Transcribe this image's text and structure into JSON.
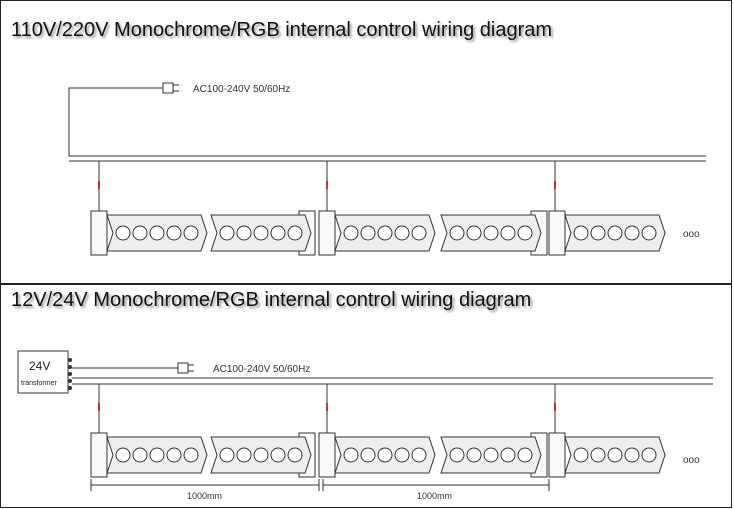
{
  "top_section": {
    "title": "110V/220V Monochrome/RGB internal control wiring diagram",
    "power_label": "AC100-240V  50/60Hz",
    "continuation": "ooo"
  },
  "bottom_section": {
    "title": "12V/24V Monochrome/RGB internal control wiring diagram",
    "power_label": "AC100-240V  50/60Hz",
    "transformer_label": "24V",
    "transformer_sublabel": "transformer",
    "dimensions": [
      "1000mm",
      "1000mm"
    ],
    "continuation": "ooo"
  },
  "colors": {
    "line": "#333333",
    "lamp_fill": "#eeeeee",
    "accent_wire": "#cc3333"
  },
  "icons": [
    "plug-icon",
    "led-lamp-icon",
    "transformer-icon"
  ]
}
